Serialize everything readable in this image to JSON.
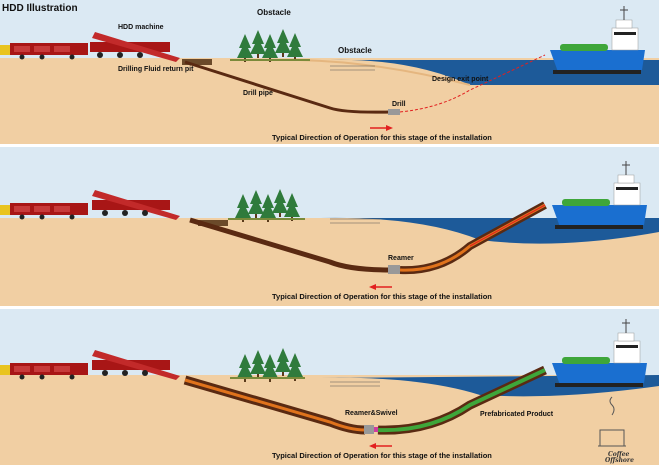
{
  "title": "HDD Illustration",
  "panel1": {
    "hdd_machine": "HDD machine",
    "return_pit": "Drilling Fluid return pit",
    "obstacle_trees": "Obstacle",
    "obstacle_water": "Obstacle",
    "drill_pipe": "Drill pipe",
    "drill": "Drill",
    "exit_point": "Design exit point",
    "caption": "Typical Direction of Operation for this stage of the installation"
  },
  "panel2": {
    "reamer": "Reamer",
    "caption": "Typical Direction of Operation for this stage of the installation"
  },
  "panel3": {
    "reamer_swivel": "Reamer&Swivel",
    "product": "Prefabricated Product",
    "caption": "Typical Direction of Operation for this stage of the installation"
  },
  "watermark": {
    "line1": "Coffee",
    "line2": "Offshore"
  },
  "colors": {
    "sky": "#dbe9f3",
    "sand": "#f1cfa3",
    "sand_edge": "#e5b67f",
    "water": "#1d5a99",
    "pipe_dark": "#5a2a12",
    "pipe_orange": "#e0731c",
    "product_green": "#3ea63a",
    "rig_red": "#a81616",
    "vessel_blue": "#1a6fd0",
    "arrow_red": "#e22020"
  }
}
